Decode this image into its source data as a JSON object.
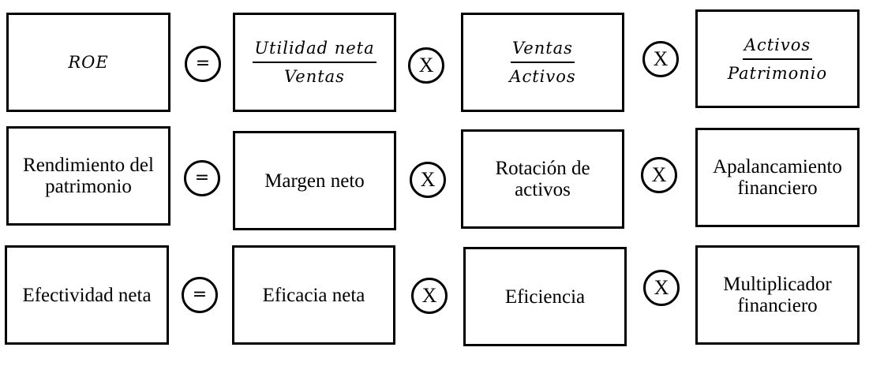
{
  "row1": {
    "roe": "ROE",
    "equals": "=",
    "margin_num": "Utilidad neta",
    "margin_den": "Ventas",
    "times1": "X",
    "turnover_num": "Ventas",
    "turnover_den": "Activos",
    "times2": "X",
    "leverage_num": "Activos",
    "leverage_den": "Patrimonio"
  },
  "row2": {
    "left": "Rendimiento del patrimonio",
    "equals": "=",
    "c1": "Margen neto",
    "times1": "X",
    "c2": "Rotación de activos",
    "times2": "X",
    "c3": "Apalancamiento financiero"
  },
  "row3": {
    "left": "Efectividad neta",
    "equals": "=",
    "c1": "Eficacia neta",
    "times1": "X",
    "c2": "Eficiencia",
    "times2": "X",
    "c3": "Multiplicador financiero"
  }
}
